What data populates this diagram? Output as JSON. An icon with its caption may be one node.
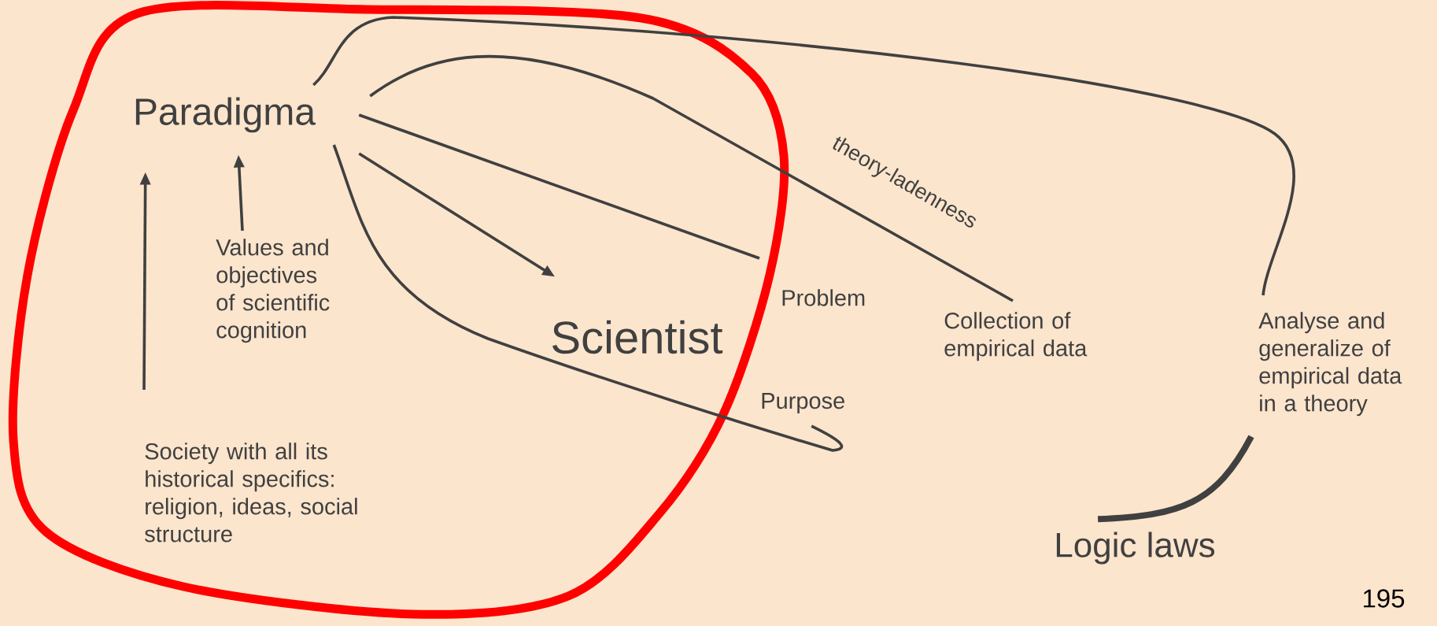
{
  "diagram": {
    "nodes": [
      {
        "text": [
          "Paradigma"
        ]
      },
      {
        "text": [
          "Values and objectives of scientific cognition"
        ]
      },
      {
        "text": [
          "Society with all its historical specifics: religion, ideas, social structure"
        ]
      },
      {
        "text": [
          "Scientist"
        ]
      },
      {
        "text": [
          "Problem"
        ]
      },
      {
        "text": [
          "Collection of empirical data"
        ]
      },
      {
        "text": [
          "Analyse and generalize of empirical data in a theory"
        ]
      },
      {
        "text": [
          "Logic laws"
        ]
      },
      {
        "text": [
          "Purpose"
        ]
      }
    ],
    "edges": [
      {
        "from": 2,
        "to": 0,
        "arrow": "to"
      },
      {
        "from": 1,
        "to": 0,
        "arrow": "to"
      },
      {
        "from": 0,
        "to": 3,
        "arrow": "to"
      },
      {
        "from": 0,
        "to": 4,
        "arrow": "none"
      },
      {
        "from": 0,
        "to": 5,
        "arrow": "none",
        "label": "theory-ladenness"
      },
      {
        "from": 0,
        "to": 6,
        "arrow": "none"
      },
      {
        "from": 0,
        "to": 8,
        "arrow": "none"
      },
      {
        "from": 7,
        "to": 6,
        "arrow": "none",
        "style": "thick"
      }
    ],
    "labels": [
      "195"
    ]
  }
}
